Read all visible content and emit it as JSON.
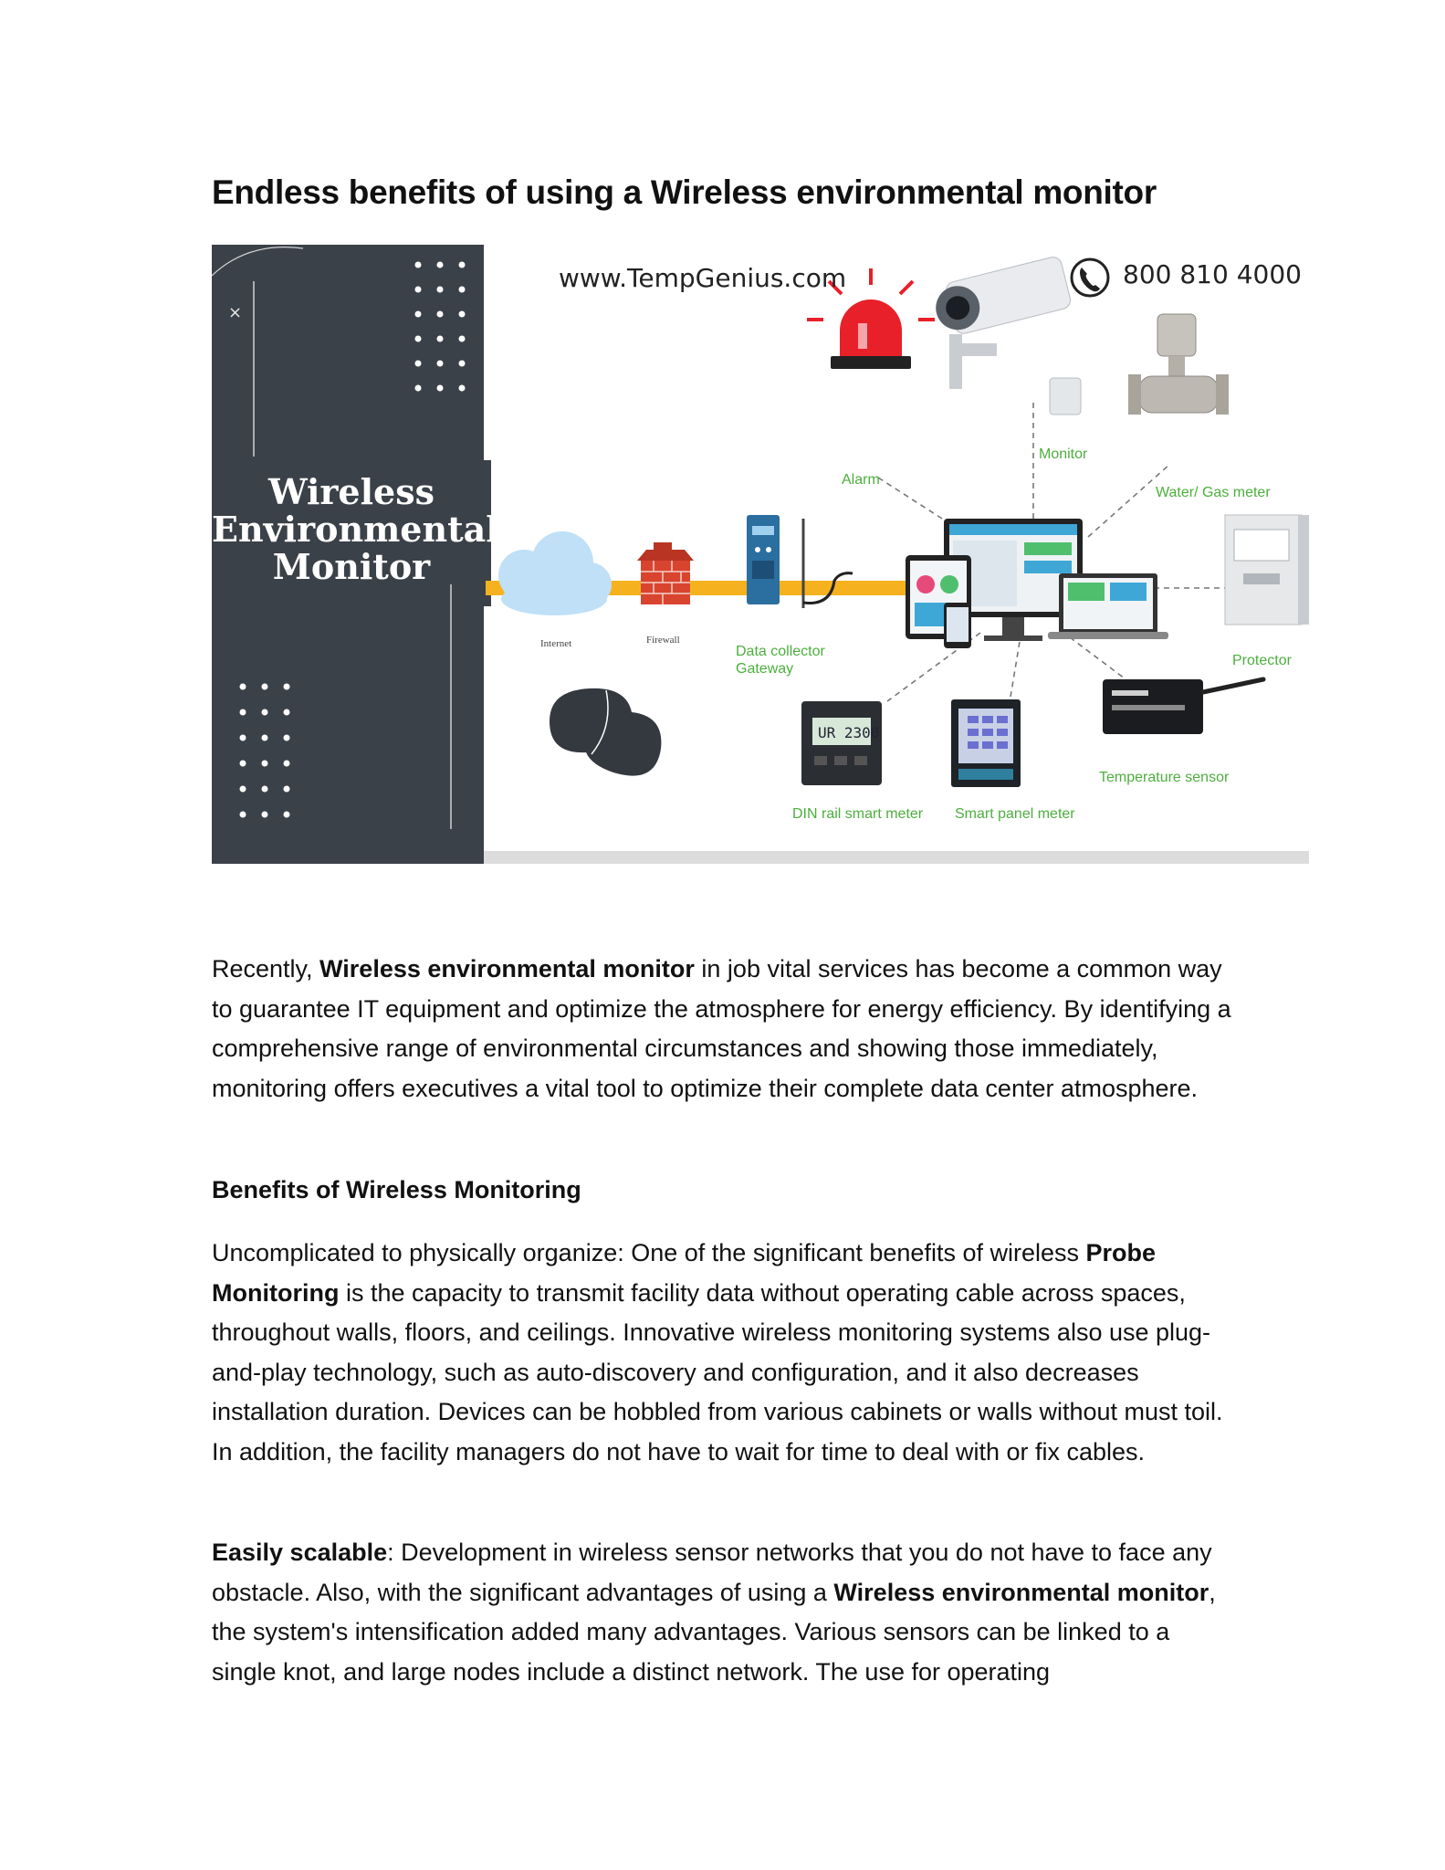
{
  "title": "Endless benefits of using a Wireless environmental monitor",
  "banner": {
    "panel_title": "Wireless Environmental Monitor",
    "url": "www.TempGenius.com",
    "phone": "800 810 4000",
    "labels": {
      "alarm": "Alarm",
      "monitor": "Monitor",
      "water_gas": "Water/ Gas meter",
      "protector": "Protector",
      "internet": "Internet",
      "firewall": "Firewall",
      "gateway_1": "Data collector",
      "gateway_2": "Gateway",
      "din": "DIN rail smart meter",
      "panel_meter": "Smart panel meter",
      "temp": "Temperature sensor"
    },
    "colors": {
      "panel": "#3b4148",
      "accent": "#4caf3d",
      "pipe": "#f5b21e",
      "alarm": "#e8202a"
    }
  },
  "p1": {
    "a": "Recently, ",
    "b": "Wireless environmental monitor",
    "c": " in job vital services has become a common way to guarantee IT equipment and optimize the atmosphere for energy efficiency. By identifying a comprehensive range of environmental circumstances and showing those immediately, monitoring offers executives a vital tool to optimize their complete data center atmosphere."
  },
  "subheading": "Benefits of Wireless Monitoring",
  "p2": {
    "a": "Uncomplicated to physically organize: One of the significant benefits of wireless ",
    "b": "Probe Monitoring",
    "c": " is the capacity to transmit facility data without operating cable across spaces, throughout walls, floors, and ceilings. Innovative wireless monitoring systems also use plug-and-play technology, such as auto-discovery and configuration, and it also decreases installation duration. Devices can be hobbled from various cabinets or walls without must toil. In addition, the facility managers do not have to wait for time to deal with or fix cables."
  },
  "p3": {
    "a": "Easily scalable",
    "b": ": Development in wireless sensor networks that you do not have to face any obstacle. Also, with the significant advantages of using a ",
    "c": "Wireless environmental monitor",
    "d": ", the system's intensification added many advantages. Various sensors can be linked to a single knot, and large nodes include a distinct network. The use for operating"
  }
}
